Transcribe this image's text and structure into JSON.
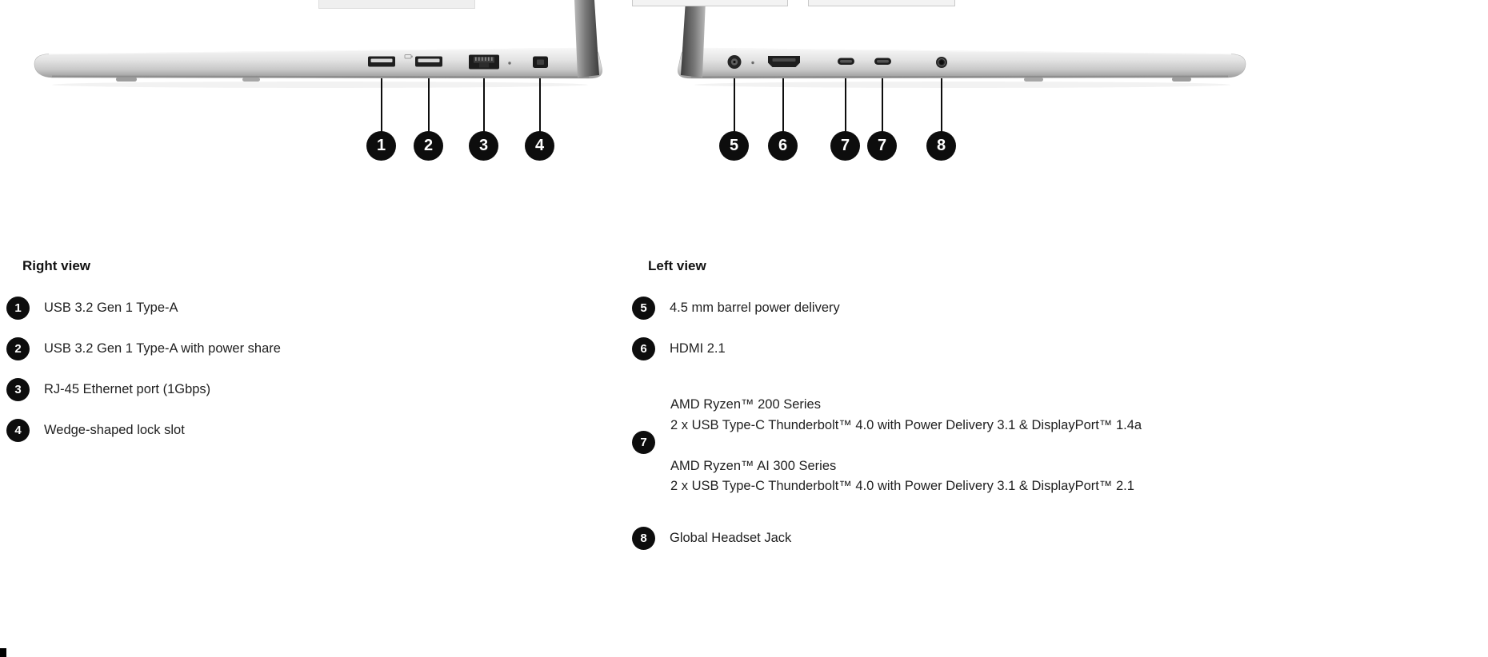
{
  "diagram": {
    "right_callouts": [
      "1",
      "2",
      "3",
      "4"
    ],
    "left_callouts": [
      "5",
      "6",
      "7",
      "7",
      "8"
    ],
    "right_ports": [
      "usb-a",
      "usb-a-power-share",
      "rj45-ethernet",
      "status-led",
      "lock-slot"
    ],
    "left_ports": [
      "barrel-power-jack",
      "status-led",
      "hdmi",
      "usb-c",
      "usb-c",
      "headset-jack"
    ]
  },
  "right_view": {
    "title": "Right view",
    "items": [
      {
        "num": "1",
        "label": "USB 3.2 Gen 1 Type-A"
      },
      {
        "num": "2",
        "label": "USB 3.2 Gen 1 Type-A with power share"
      },
      {
        "num": "3",
        "label": "RJ-45 Ethernet port (1Gbps)"
      },
      {
        "num": "4",
        "label": "Wedge-shaped lock slot"
      }
    ]
  },
  "left_view": {
    "title": "Left view",
    "items": [
      {
        "num": "5",
        "label": "4.5 mm barrel power delivery"
      },
      {
        "num": "6",
        "label": "HDMI 2.1"
      },
      {
        "num": "7",
        "lines": [
          "AMD Ryzen™ 200 Series",
          "2 x USB Type-C Thunderbolt™ 4.0 with Power Delivery 3.1 & DisplayPort™ 1.4a",
          "AMD Ryzen™ AI 300 Series",
          "2 x USB Type-C Thunderbolt™ 4.0 with Power Delivery 3.1 & DisplayPort™ 2.1"
        ]
      },
      {
        "num": "8",
        "label": "Global Headset Jack"
      }
    ]
  },
  "colors": {
    "callout_bg": "#0d0d0d",
    "callout_text": "#ffffff",
    "body_text": "#1f1f1f",
    "laptop_silver_light": "#f7f7f7",
    "laptop_silver_dark": "#8d8d8d"
  }
}
